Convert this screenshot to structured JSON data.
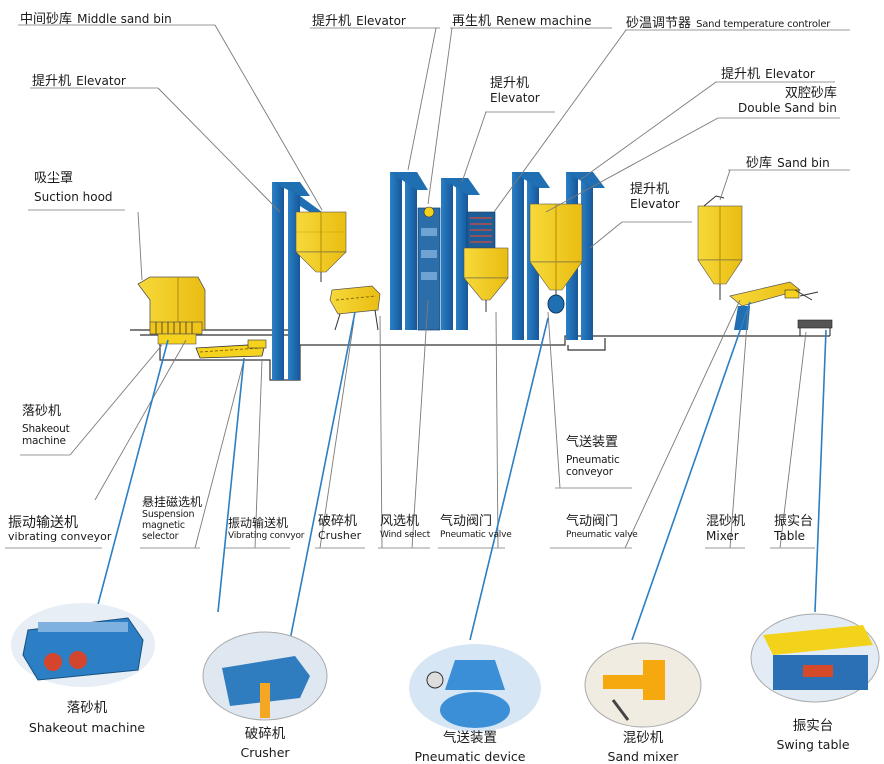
{
  "labels": {
    "middle_sand_bin": {
      "zh": "中间砂库",
      "en": "Middle sand bin"
    },
    "elevator_top": {
      "zh": "提升机",
      "en": "Elevator"
    },
    "renew_machine": {
      "zh": "再生机",
      "en": "Renew machine"
    },
    "sand_temp": {
      "zh": "砂温调节器",
      "en": "Sand temperature controler"
    },
    "elevator_left": {
      "zh": "提升机",
      "en": "Elevator"
    },
    "elevator_mid": {
      "zh": "提升机",
      "en": "Elevator"
    },
    "elevator_right_top": {
      "zh": "提升机",
      "en": "Elevator"
    },
    "double_sand_bin": {
      "zh": "双腔砂库",
      "en": "Double Sand bin"
    },
    "sand_bin": {
      "zh": "砂库",
      "en": "Sand bin"
    },
    "suction_hood": {
      "zh": "吸尘罩",
      "en": "Suction hood"
    },
    "elevator_right": {
      "zh": "提升机",
      "en": "Elevator"
    },
    "shakeout": {
      "zh": "落砂机",
      "en1": "Shakeout",
      "en2": "machine"
    },
    "vibrating_conveyor": {
      "zh": "振动输送机",
      "en": "vibrating conveyor"
    },
    "magnetic_selector": {
      "zh": "悬挂磁选机",
      "en1": "Suspension",
      "en2": "magnetic",
      "en3": "selector"
    },
    "vibrating_conveyor2": {
      "zh": "振动输送机",
      "en": "Vibrating convyor"
    },
    "crusher": {
      "zh": "破碎机",
      "en": "Crusher"
    },
    "wind_select": {
      "zh": "风选机",
      "en": "Wind select"
    },
    "pneumatic_valve1": {
      "zh": "气动阀门",
      "en": "Pneumatic valve"
    },
    "pneumatic_conveyor": {
      "zh": "气送装置",
      "en1": "Pneumatic",
      "en2": "conveyor"
    },
    "pneumatic_valve2": {
      "zh": "气动阀门",
      "en": "Pneumatic valve"
    },
    "mixer": {
      "zh": "混砂机",
      "en": "Mixer"
    },
    "table": {
      "zh": "振实台",
      "en": "Table"
    }
  },
  "captions": [
    {
      "zh": "落砂机",
      "en": "Shakeout machine"
    },
    {
      "zh": "破碎机",
      "en": "Crusher"
    },
    {
      "zh": "气送装置",
      "en": "Pneumatic device"
    },
    {
      "zh": "混砂机",
      "en": "Sand mixer"
    },
    {
      "zh": "振实台",
      "en": "Swing table"
    }
  ],
  "colors": {
    "yellow": "#f5d21e",
    "blue": "#1f6fb2",
    "dark_blue": "#0f4f8c",
    "leader": "#7a7a7a",
    "callout": "#2b7fc4"
  }
}
